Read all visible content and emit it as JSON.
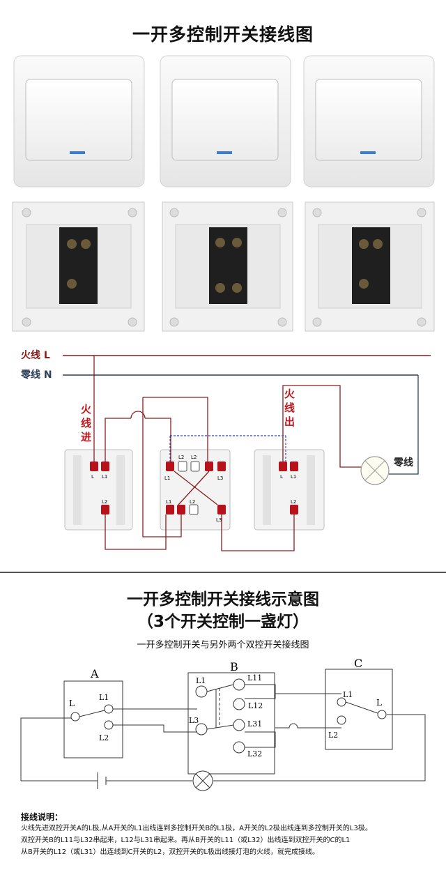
{
  "top": {
    "title": "一开多控制开关接线图"
  },
  "wiring": {
    "live_label": "火线 L",
    "neutral_label": "零线 N",
    "fire_in": [
      "火",
      "线",
      "进"
    ],
    "fire_out": [
      "火",
      "线",
      "出"
    ],
    "lamp_neutral": "零线",
    "left_switch": {
      "top_left": "L",
      "top_right": "L1",
      "bottom": "L2"
    },
    "mid_switch": {
      "t1": "L1",
      "t2": "L2",
      "t3": "L2",
      "t4": "L3",
      "b1": "L1",
      "b2": "L2",
      "b3": "L3",
      "side_tl": "L1",
      "side_tr": "L3"
    },
    "right_switch": {
      "top_left": "L",
      "top_right": "L1",
      "bottom": "L2"
    }
  },
  "schematic": {
    "title_line1": "一开多控制开关接线示意图",
    "title_line2": "（3个开关控制一盏灯）",
    "subtitle": "一开多控制开关与另外两个双控开关接线图",
    "box_a": {
      "name": "A",
      "t_l": "L",
      "t_l1": "L1",
      "t_l2": "L2"
    },
    "box_b": {
      "name": "B",
      "t_l1": "L1",
      "t_l3": "L3",
      "t_l11": "L11",
      "t_l12": "L12",
      "t_l31": "L31",
      "t_l32": "L32"
    },
    "box_c": {
      "name": "C",
      "t_l1": "L1",
      "t_l2": "L2",
      "t_l": "L"
    }
  },
  "notes": {
    "heading": "接线说明：",
    "lines": [
      "火线先进双控开关A的L极,从A开关的L1出线连到多控制开关B的L1极，A开关的L2极出线连到多控制开关的L3极。",
      "双控开关B的L11与L32串起来，L12与L31串起来。再从B开关的L11（或L32）出线连到双控开关的C的L1",
      "从B开关的L12（或L31）出连线到C开关的L2，双控开关的L极出线接灯泡的火线，就完成接线。"
    ]
  },
  "colors": {
    "live_wire": "#8b1c1c",
    "neutral_wire": "#2c3e5a",
    "terminal": "#b5121b",
    "blue_led": "#3a7bd5",
    "blue_dash": "#2a3fd0"
  }
}
